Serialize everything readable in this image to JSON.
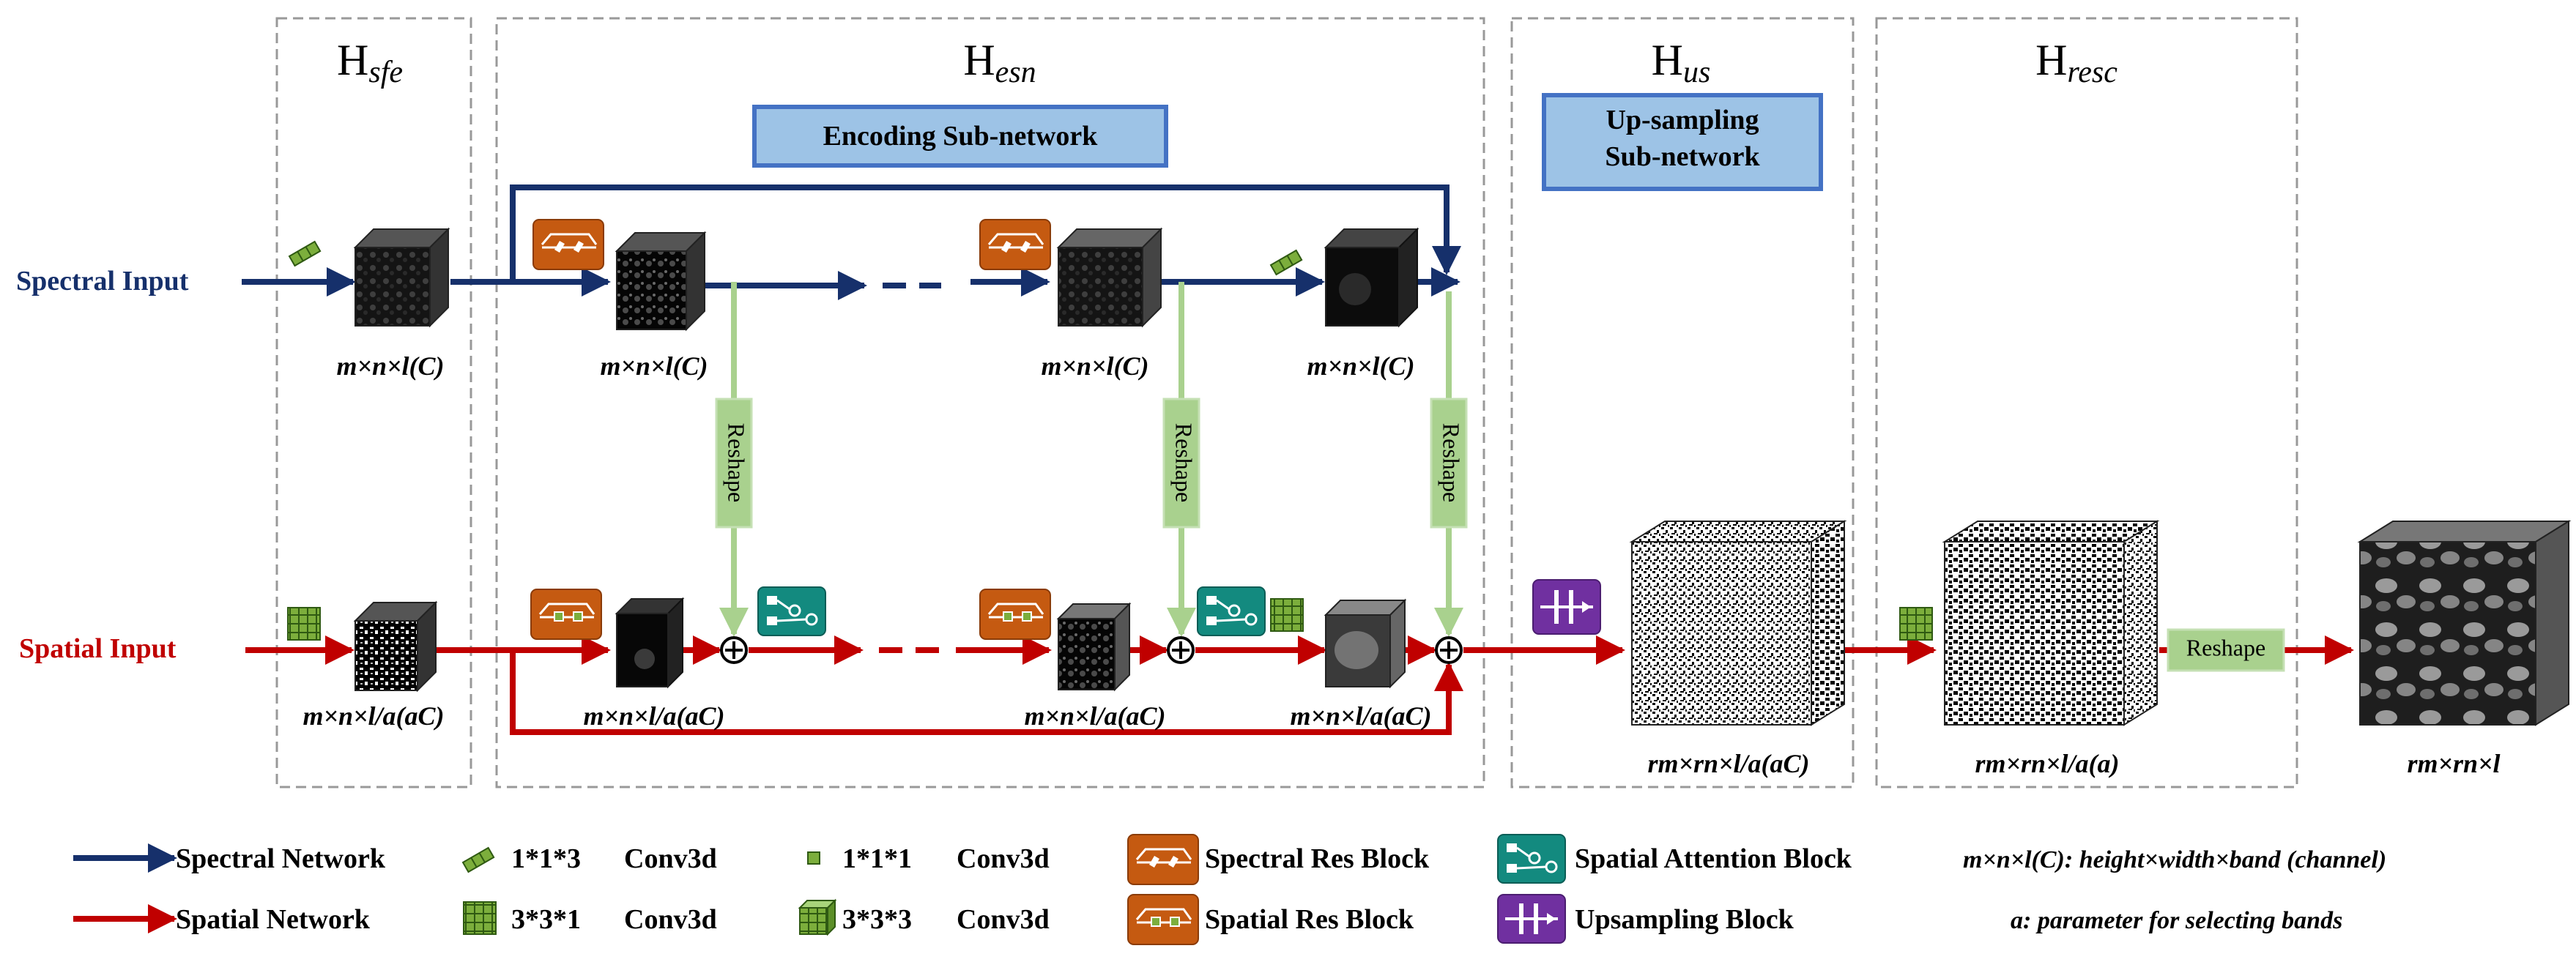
{
  "sections": {
    "sfe": {
      "H": "H",
      "sub": "sfe"
    },
    "esn": {
      "H": "H",
      "sub": "esn"
    },
    "us": {
      "H": "H",
      "sub": "us"
    },
    "resc": {
      "H": "H",
      "sub": "resc"
    }
  },
  "banners": {
    "encoding": "Encoding Sub-network",
    "upsampling_line1": "Up-sampling",
    "upsampling_line2": "Sub-network"
  },
  "inputs": {
    "spectral": "Spectral Input",
    "spatial": "Spatial Input"
  },
  "reshape": "Reshape",
  "labels": {
    "spec_sfe": "m×n×l(C)",
    "spec_esn1": "m×n×l(C)",
    "spec_esn2": "m×n×l(C)",
    "spec_esn3": "m×n×l(C)",
    "spat_sfe": "m×n×l/a(aC)",
    "spat_esn1": "m×n×l/a(aC)",
    "spat_esn2": "m×n×l/a(aC)",
    "spat_esn3": "m×n×l/a(aC)",
    "us_out": "rm×rn×l/a(aC)",
    "resc_out": "rm×rn×l/a(a)",
    "final": "rm×rn×l"
  },
  "legend": {
    "spectral_network": "Spectral Network",
    "spatial_network": "Spatial Network",
    "k113": "1*1*3",
    "k111": "1*1*1",
    "k331": "3*3*1",
    "k333": "3*3*3",
    "conv": "Conv3d",
    "spectral_res": "Spectral Res Block",
    "spatial_res": "Spatial Res Block",
    "spatial_attention": "Spatial Attention Block",
    "upsampling": "Upsampling Block",
    "dims_key": "m×n×l(C):",
    "dims_desc": "height×width×band (channel)",
    "param": "a: parameter for selecting bands"
  },
  "colors": {
    "spectral": "#16306b",
    "spatial": "#c00000",
    "reshape_green": "#a9d18e",
    "banner_fill": "#9dc3e6",
    "banner_stroke": "#4472c4",
    "res_block": "#c55a11",
    "attention": "#138a7f",
    "upsample": "#7030a0",
    "conv_green": "#7cae3c"
  },
  "icons": {
    "spectral_res": "spectral-res-block-icon",
    "spatial_res": "spatial-res-block-icon",
    "attention": "spatial-attention-block-icon",
    "upsample": "upsampling-block-icon",
    "conv": "conv3d-kernel-icon"
  }
}
